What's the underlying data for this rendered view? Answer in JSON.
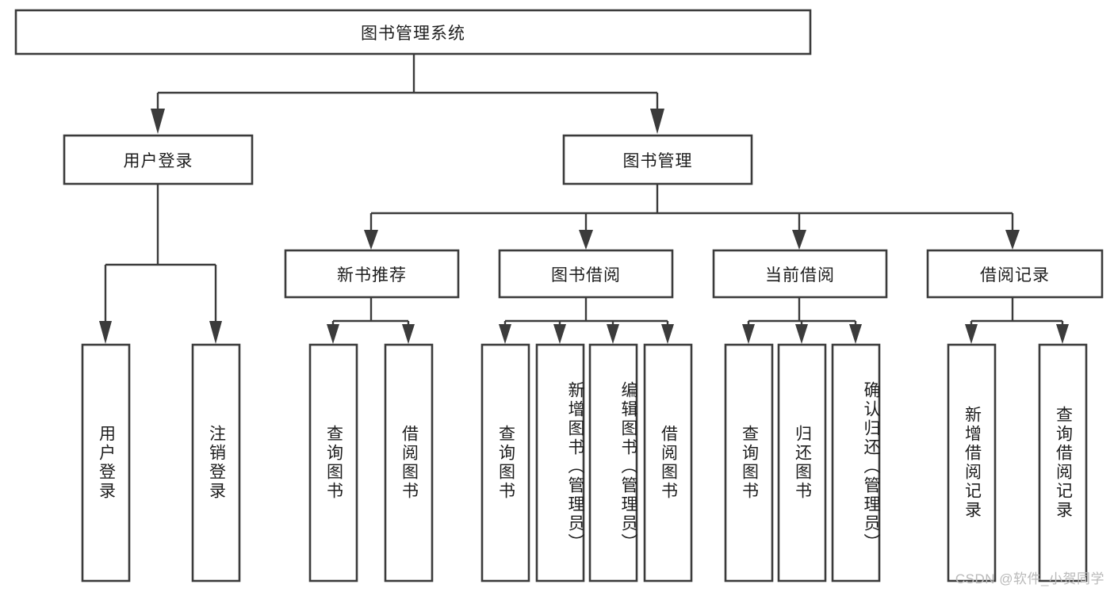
{
  "diagram": {
    "type": "tree-hierarchy",
    "title": "图书管理系统",
    "orientation": "top-down",
    "colors": {
      "stroke": "#3b3b3b",
      "box_fill": "#ffffff",
      "text": "#1d1d1d",
      "background": "#ffffff",
      "watermark": "#b9b9b9"
    },
    "nodes": {
      "root": {
        "label": "图书管理系统"
      },
      "level1": [
        {
          "label": "用户登录"
        },
        {
          "label": "图书管理"
        }
      ],
      "level2": [
        {
          "label": "新书推荐"
        },
        {
          "label": "图书借阅"
        },
        {
          "label": "当前借阅"
        },
        {
          "label": "借阅记录"
        }
      ],
      "leaves": {
        "user_login": [
          {
            "label": "用户登录"
          },
          {
            "label": "注销登录"
          }
        ],
        "new_book_recommend": [
          {
            "label": "查询图书"
          },
          {
            "label": "借阅图书"
          }
        ],
        "book_borrow": [
          {
            "label": "查询图书"
          },
          {
            "label": "新增图书（管理员）"
          },
          {
            "label": "编辑图书（管理员）"
          },
          {
            "label": "借阅图书"
          }
        ],
        "current_borrow": [
          {
            "label": "查询图书"
          },
          {
            "label": "归还图书"
          },
          {
            "label": "确认归还（管理员）"
          }
        ],
        "borrow_record": [
          {
            "label": "新增借阅记录"
          },
          {
            "label": "查询借阅记录"
          }
        ]
      }
    }
  },
  "watermark": {
    "text": "CSDN @软件_小贺同学"
  }
}
